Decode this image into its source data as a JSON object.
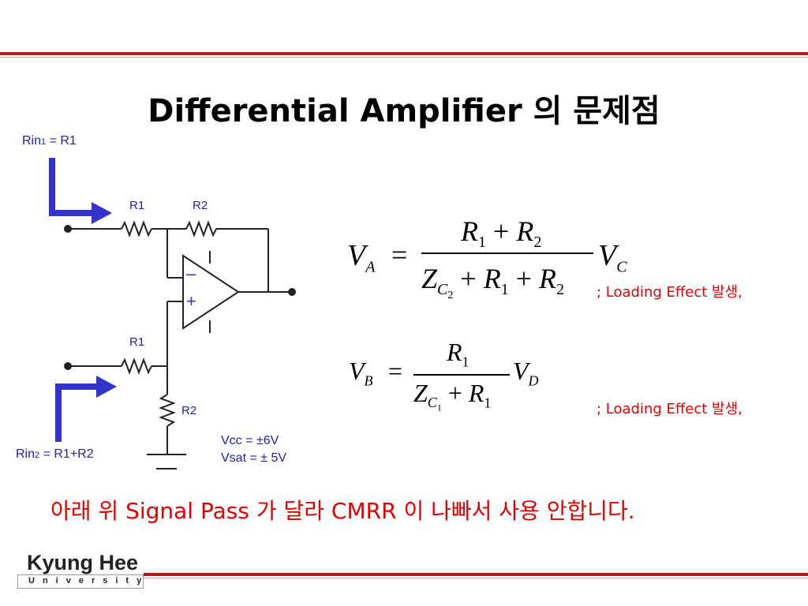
{
  "slide": {
    "title": "Differential Amplifier 의 문제점",
    "rin1_label": "Rin",
    "rin1_sub": "1",
    "rin1_rhs": " = R1",
    "rin2_label": "Rin",
    "rin2_sub": "2",
    "rin2_rhs": " = R1+R2",
    "resistors": {
      "r1_top": "R1",
      "r2_top": "R2",
      "r1_bottom": "R1",
      "r2_bottom": "R2"
    },
    "opamp": {
      "minus": "–",
      "plus": "+"
    },
    "vcc": "Vcc =  ±6V",
    "vsat": "Vsat = ± 5V",
    "effect_a": "; Loading Effect 발생,",
    "effect_b": "; Loading Effect 발생,",
    "bottom_note": "아래 위 Signal Pass 가 달라 CMRR 이 나빠서 사용 안합니다.",
    "logo_main": "Kyung Hee",
    "logo_sub": "University"
  },
  "equations": {
    "va": {
      "lhs": "V",
      "lhs_sub": "A",
      "num_1": "R",
      "num_1_sub": "1",
      "num_2": "R",
      "num_2_sub": "2",
      "den_1": "Z",
      "den_1_sub": "C",
      "den_1_subsub": "2",
      "den_2": "R",
      "den_2_sub": "1",
      "den_3": "R",
      "den_3_sub": "2",
      "rhs": "V",
      "rhs_sub": "C"
    },
    "vb": {
      "lhs": "V",
      "lhs_sub": "B",
      "num_1": "R",
      "num_1_sub": "1",
      "den_1": "Z",
      "den_1_sub": "C",
      "den_1_subsub": "1",
      "den_2": "R",
      "den_2_sub": "1",
      "rhs": "V",
      "rhs_sub": "D"
    },
    "equals": "=",
    "plus": "+"
  },
  "colors": {
    "accent_line": "#b31b1b",
    "blue_label": "#2222aa",
    "red_text": "#e00000",
    "arrow_blue": "#3333cc"
  }
}
